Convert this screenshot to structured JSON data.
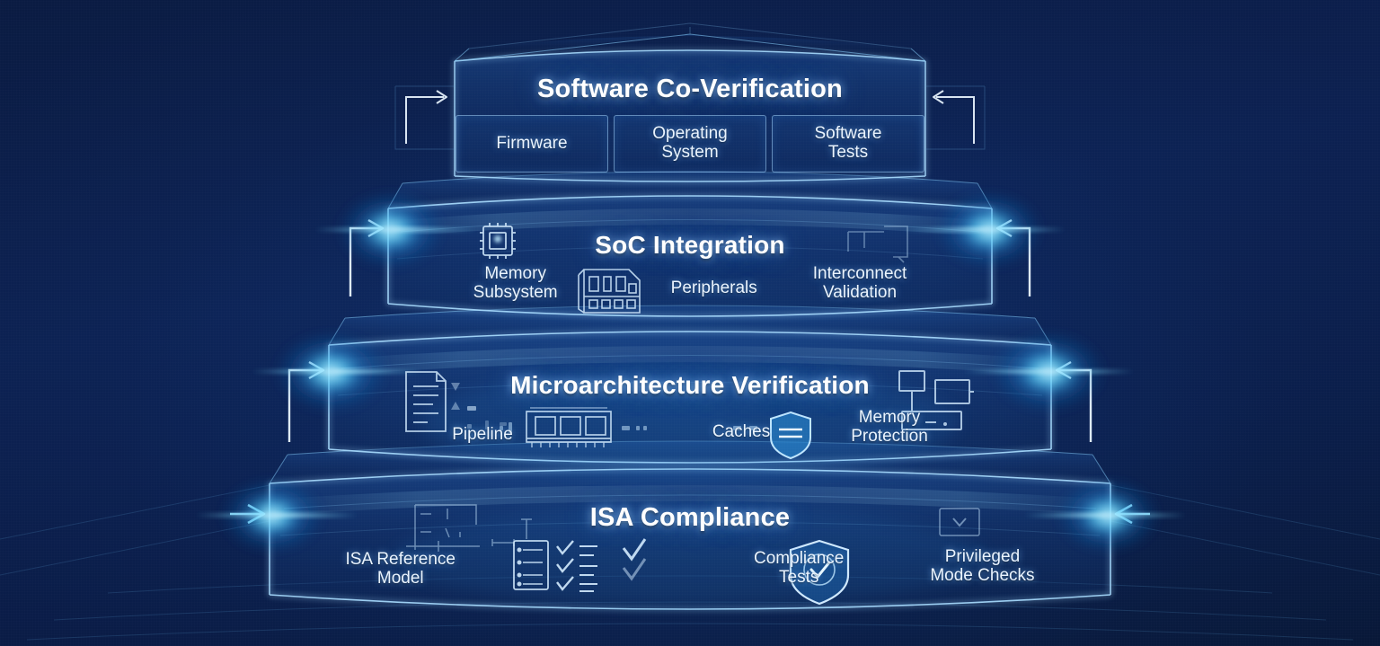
{
  "diagram": {
    "title_visible": false,
    "background_color": "#0b1d45",
    "accent_color": "#5cc8ff",
    "line_color": "#9fd6ff",
    "text_color": "#ffffff"
  },
  "tiers": [
    {
      "id": "software-co-verification",
      "title": "Software Co-Verification",
      "level": 1,
      "items": [
        {
          "label": "Firmware",
          "icon": "none"
        },
        {
          "label": "Operating\nSystem",
          "icon": "none"
        },
        {
          "label": "Software\nTests",
          "icon": "none"
        }
      ]
    },
    {
      "id": "soc-integration",
      "title": "SoC Integration",
      "level": 2,
      "items": [
        {
          "label": "Memory\nSubsystem",
          "icon": "chip-icon"
        },
        {
          "label": "Peripherals",
          "icon": "peripheral-block-icon"
        },
        {
          "label": "Interconnect\nValidation",
          "icon": "interconnect-icon"
        }
      ]
    },
    {
      "id": "microarchitecture-verification",
      "title": "Microarchitecture Verification",
      "level": 3,
      "items": [
        {
          "label": "Pipeline",
          "icon": "document-icon"
        },
        {
          "label": "Caches",
          "icon": "memory-module-icon"
        },
        {
          "label": "Memory\nProtection",
          "icon": "shield-lines-icon"
        }
      ]
    },
    {
      "id": "isa-compliance",
      "title": "ISA Compliance",
      "level": 4,
      "items": [
        {
          "label": "ISA Reference\nModel",
          "icon": "blueprint-icon"
        },
        {
          "label": "Compliance\nTests",
          "icon": "checklist-icon"
        },
        {
          "label": "Privileged\nMode Checks",
          "icon": "shield-check-icon"
        }
      ]
    }
  ],
  "connectors": {
    "left_arrows": 4,
    "right_arrows": 4,
    "direction_left_side": "points-right",
    "direction_right_side": "points-left",
    "glow_color": "#4fd4ff"
  }
}
